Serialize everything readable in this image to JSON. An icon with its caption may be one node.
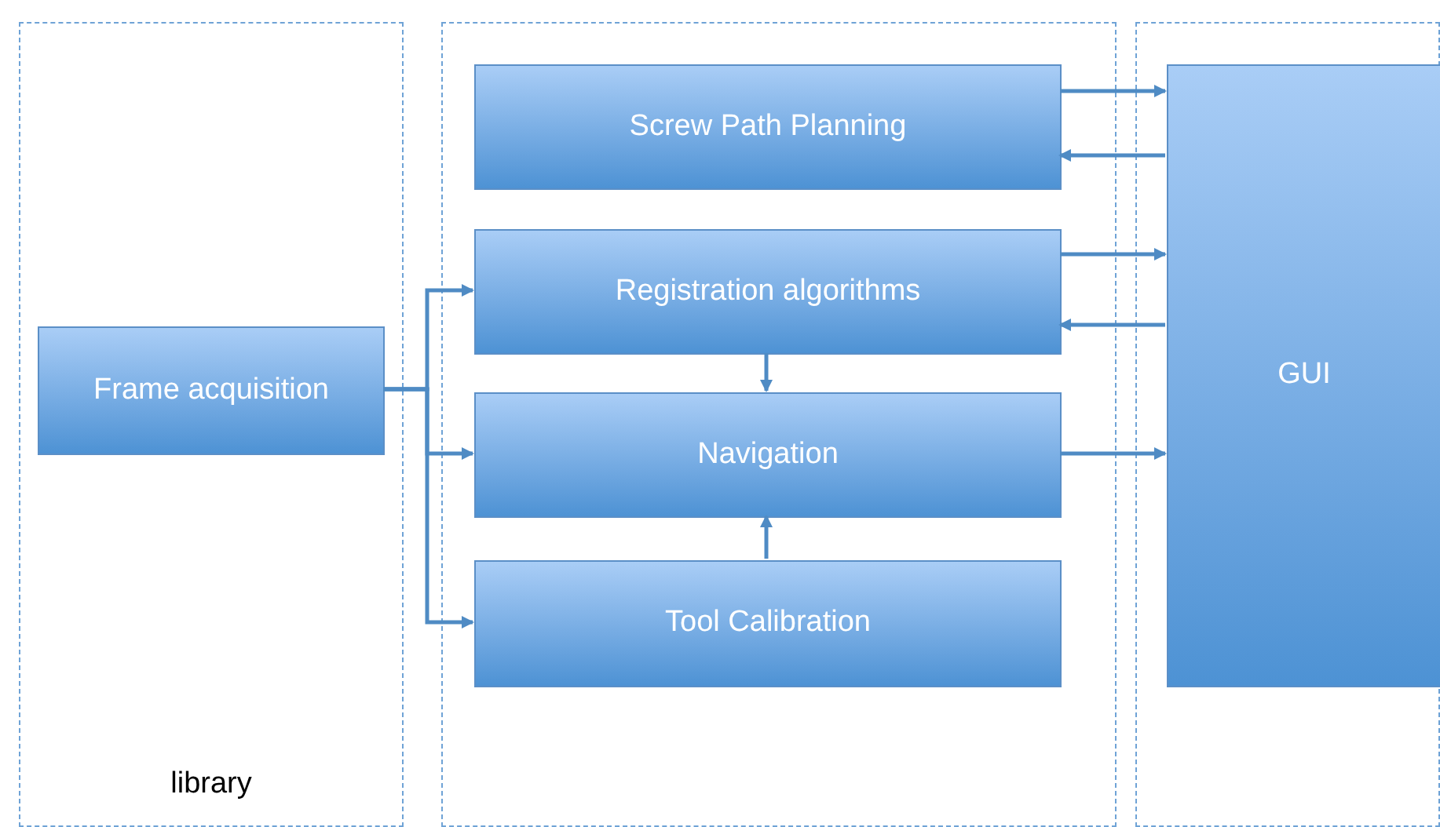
{
  "diagram": {
    "nodes": [
      {
        "text": [
          "library"
        ]
      },
      {
        "text": [],
        "shape": "box"
      },
      {
        "text": [],
        "shape": "box"
      },
      {
        "text": [
          "Frame acquisition"
        ],
        "in": 0
      },
      {
        "text": [
          "Screw Path Planning"
        ],
        "in": 1
      },
      {
        "text": [
          "Registration algorithms"
        ],
        "in": 1
      },
      {
        "text": [
          "Navigation"
        ],
        "in": 1
      },
      {
        "text": [
          "Tool Calibration"
        ],
        "in": 1
      },
      {
        "text": [
          "GUI"
        ],
        "in": 2
      }
    ],
    "edges": [
      {
        "from": 4,
        "to": 8,
        "arrow": "to"
      },
      {
        "from": 8,
        "to": 4,
        "arrow": "to"
      },
      {
        "from": 5,
        "to": 8,
        "arrow": "to"
      },
      {
        "from": 8,
        "to": 5,
        "arrow": "to"
      },
      {
        "from": 6,
        "to": 8,
        "arrow": "to"
      },
      {
        "from": 3,
        "to": 5,
        "arrow": "to"
      },
      {
        "from": 3,
        "to": 6,
        "arrow": "to"
      },
      {
        "from": 3,
        "to": 7,
        "arrow": "to"
      },
      {
        "from": 5,
        "to": 6,
        "arrow": "to"
      },
      {
        "from": 7,
        "to": 6,
        "arrow": "to"
      }
    ]
  }
}
